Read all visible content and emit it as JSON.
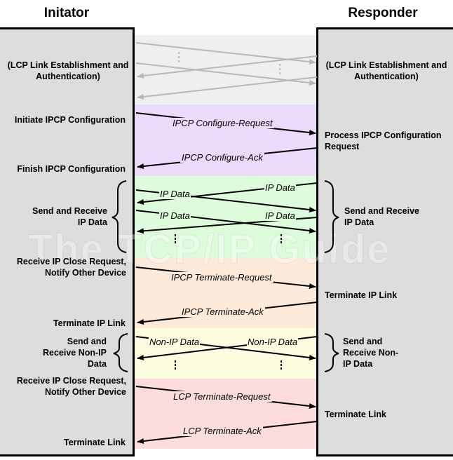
{
  "diagram": {
    "left_title": "Initator",
    "right_title": "Responder",
    "watermark": "The TCP/IP Guide",
    "colors": {
      "box": "#dddddd",
      "band_lcp_setup": "#efefef",
      "band_ipcp_config": "#ebdcfb",
      "band_ip_data": "#dcfcdc",
      "band_ipcp_terminate": "#fdeadb",
      "band_non_ip_data": "#fdfde0",
      "band_lcp_terminate": "#fcdcdc",
      "faded_arrow": "#b8b8b8",
      "arrow": "#000000"
    },
    "left_labels": [
      "(LCP Link Establishment and Authentication)",
      "Initiate IPCP Configuration",
      "Finish IPCP Configuration",
      "Send and Receive IP Data",
      "Receive IP Close Request, Notify Other Device",
      "Terminate IP Link",
      "Send and Receive Non-IP Data",
      "Receive IP Close Request, Notify Other Device",
      "Terminate Link"
    ],
    "right_labels": [
      "(LCP Link Establishment and Authentication)",
      "Process IPCP Configuration Request",
      "Send and Receive IP Data",
      "Terminate IP Link",
      "Send and Receive Non-IP Data",
      "Terminate Link"
    ],
    "messages": [
      {
        "label": "IPCP Configure-Request",
        "direction": "to-responder"
      },
      {
        "label": "IPCP Configure-Ack",
        "direction": "to-initiator"
      },
      {
        "label": "IP Data",
        "direction": "to-responder"
      },
      {
        "label": "IP Data",
        "direction": "to-initiator"
      },
      {
        "label": "IP Data",
        "direction": "to-responder"
      },
      {
        "label": "IP Data",
        "direction": "to-initiator"
      },
      {
        "label": "IPCP Terminate-Request",
        "direction": "to-responder"
      },
      {
        "label": "IPCP Terminate-Ack",
        "direction": "to-initiator"
      },
      {
        "label": "Non-IP Data",
        "direction": "to-responder"
      },
      {
        "label": "Non-IP Data",
        "direction": "to-initiator"
      },
      {
        "label": "LCP Terminate-Request",
        "direction": "to-responder"
      },
      {
        "label": "LCP Terminate-Ack",
        "direction": "to-initiator"
      }
    ]
  }
}
